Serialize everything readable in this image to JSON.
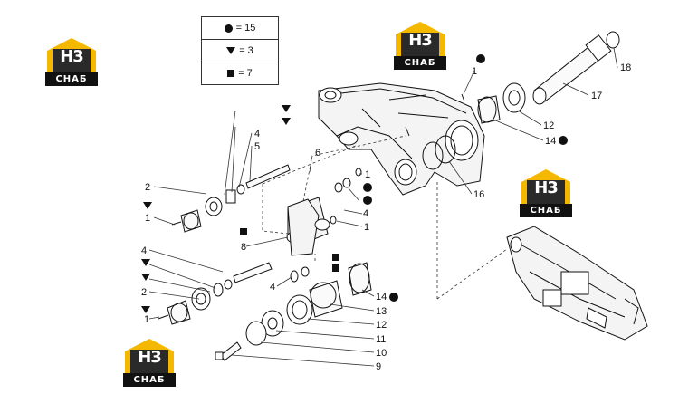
{
  "legend": {
    "rows": [
      {
        "symbol": "circle",
        "text": "= 15"
      },
      {
        "symbol": "triangle",
        "text": "= 3"
      },
      {
        "symbol": "square",
        "text": "= 7"
      }
    ]
  },
  "logo": {
    "letters": "H3",
    "caption": "СНАБ",
    "colors": {
      "house": "#f5b800",
      "band": "#111111",
      "letters": "#ffffff"
    }
  },
  "callouts": {
    "l1a": "1",
    "l1b": "1",
    "l1c": "1",
    "l1d": "1",
    "l1e": "1",
    "l2a": "2",
    "l2b": "2",
    "l4a": "4",
    "l4b": "4",
    "l4c": "4",
    "l4d": "4",
    "l5": "5",
    "l6": "6",
    "l8": "8",
    "l9": "9",
    "l10": "10",
    "l11": "11",
    "l12a": "12",
    "l12b": "12",
    "l13": "13",
    "l14a": "14",
    "l14b": "14",
    "l16": "16",
    "l17": "17",
    "l18": "18"
  }
}
